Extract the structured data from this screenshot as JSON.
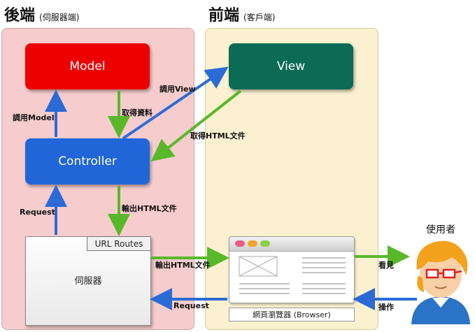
{
  "regions": {
    "backend": {
      "title": "後端",
      "subtitle": "(伺服器端)"
    },
    "frontend": {
      "title": "前端",
      "subtitle": "(客戶端)"
    }
  },
  "nodes": {
    "model": "Model",
    "view": "View",
    "controller": "Controller",
    "server": "伺服器",
    "url_routes": "URL Routes",
    "browser": "網頁瀏覽器 (Browser)",
    "user": "使用者"
  },
  "edges": {
    "call_view": "調用View",
    "call_model": "調用Model",
    "get_data": "取得資料",
    "get_html": "取得HTML文件",
    "output_html_controller": "輸出HTML文件",
    "request_server": "Request",
    "output_html_browser": "輸出HTML文件",
    "see": "看見",
    "request_browser": "Request",
    "operate": "操作"
  },
  "colors": {
    "backend_panel": "#f6cccc",
    "frontend_panel": "#fbf1d0",
    "model": "#ee0000",
    "view": "#0b6b55",
    "controller": "#2166d8",
    "arrow_blue": "#2c6bd6",
    "arrow_green": "#58b82a"
  }
}
